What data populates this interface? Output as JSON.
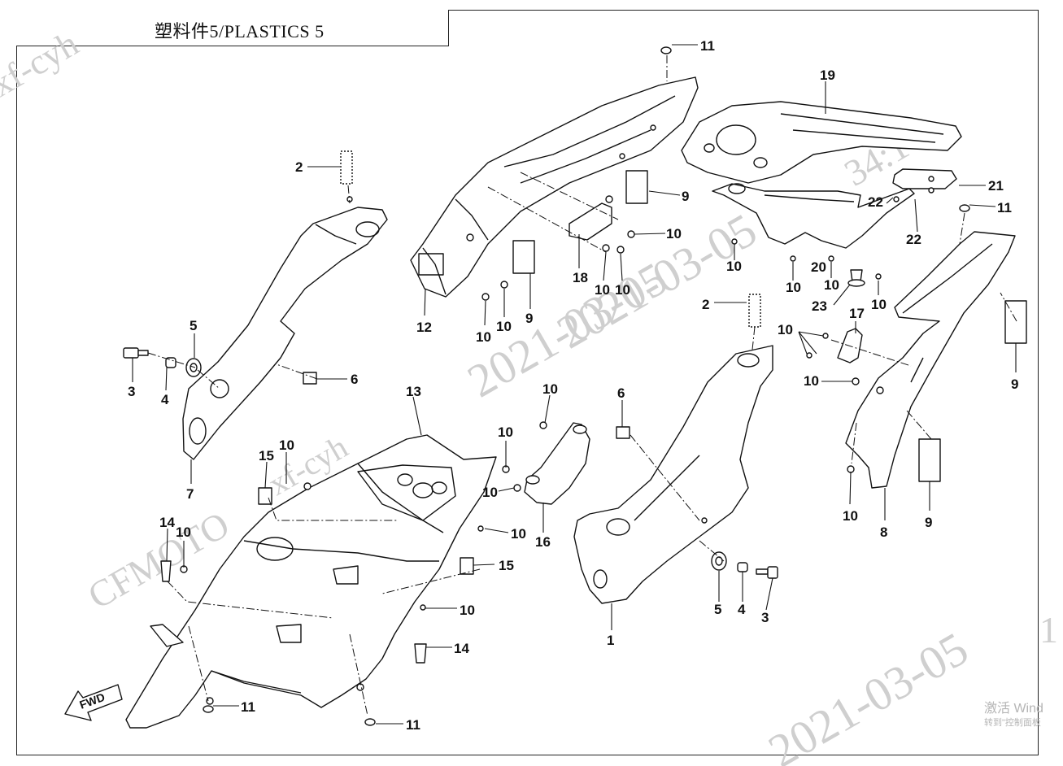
{
  "title": "塑料件5/PLASTICS 5",
  "watermarks": {
    "top_left": "xf-cyh",
    "center_date": "2021-03-05",
    "center_mid": "2021-03-05",
    "bottom_right_date": "2021-03-05",
    "left_brand": "CFMOTO",
    "mid_user": "xf-cyh",
    "top_right_partial": "34:1",
    "right_edge": "1"
  },
  "fwd_label": "FWD",
  "windows_activation": {
    "line1": "激活 Wind",
    "line2": "转到\"控制面板"
  },
  "callouts": [
    {
      "id": "c11a",
      "label": "11"
    },
    {
      "id": "c19",
      "label": "19"
    },
    {
      "id": "c2a",
      "label": "2"
    },
    {
      "id": "c9a",
      "label": "9"
    },
    {
      "id": "c10a",
      "label": "10"
    },
    {
      "id": "c21",
      "label": "21"
    },
    {
      "id": "c22a",
      "label": "22"
    },
    {
      "id": "c22b",
      "label": "22"
    },
    {
      "id": "c11b",
      "label": "11"
    },
    {
      "id": "c10b",
      "label": "10"
    },
    {
      "id": "c20",
      "label": "20"
    },
    {
      "id": "c10c",
      "label": "10"
    },
    {
      "id": "c10d",
      "label": "10"
    },
    {
      "id": "c23",
      "label": "23"
    },
    {
      "id": "c10e",
      "label": "10"
    },
    {
      "id": "c18",
      "label": "18"
    },
    {
      "id": "c10f",
      "label": "10"
    },
    {
      "id": "c10g",
      "label": "10"
    },
    {
      "id": "c12",
      "label": "12"
    },
    {
      "id": "c10h",
      "label": "10"
    },
    {
      "id": "c10i",
      "label": "10"
    },
    {
      "id": "c9b",
      "label": "9"
    },
    {
      "id": "c5a",
      "label": "5"
    },
    {
      "id": "c3a",
      "label": "3"
    },
    {
      "id": "c4a",
      "label": "4"
    },
    {
      "id": "c6a",
      "label": "6"
    },
    {
      "id": "c7",
      "label": "7"
    },
    {
      "id": "c2b",
      "label": "2"
    },
    {
      "id": "c17",
      "label": "17"
    },
    {
      "id": "c10j",
      "label": "10"
    },
    {
      "id": "c10k",
      "label": "10"
    },
    {
      "id": "c9c",
      "label": "9"
    },
    {
      "id": "c13",
      "label": "13"
    },
    {
      "id": "c10l",
      "label": "10"
    },
    {
      "id": "c10m",
      "label": "10"
    },
    {
      "id": "c6b",
      "label": "6"
    },
    {
      "id": "c15a",
      "label": "15"
    },
    {
      "id": "c10n",
      "label": "10"
    },
    {
      "id": "c10o",
      "label": "10"
    },
    {
      "id": "c10p",
      "label": "10"
    },
    {
      "id": "c16",
      "label": "16"
    },
    {
      "id": "c14a",
      "label": "14"
    },
    {
      "id": "c10q",
      "label": "10"
    },
    {
      "id": "c15b",
      "label": "15"
    },
    {
      "id": "c10r",
      "label": "10"
    },
    {
      "id": "c14b",
      "label": "14"
    },
    {
      "id": "c11c",
      "label": "11"
    },
    {
      "id": "c11d",
      "label": "11"
    },
    {
      "id": "c5b",
      "label": "5"
    },
    {
      "id": "c4b",
      "label": "4"
    },
    {
      "id": "c3b",
      "label": "3"
    },
    {
      "id": "c1",
      "label": "1"
    },
    {
      "id": "c10s",
      "label": "10"
    },
    {
      "id": "c8",
      "label": "8"
    },
    {
      "id": "c9d",
      "label": "9"
    }
  ]
}
